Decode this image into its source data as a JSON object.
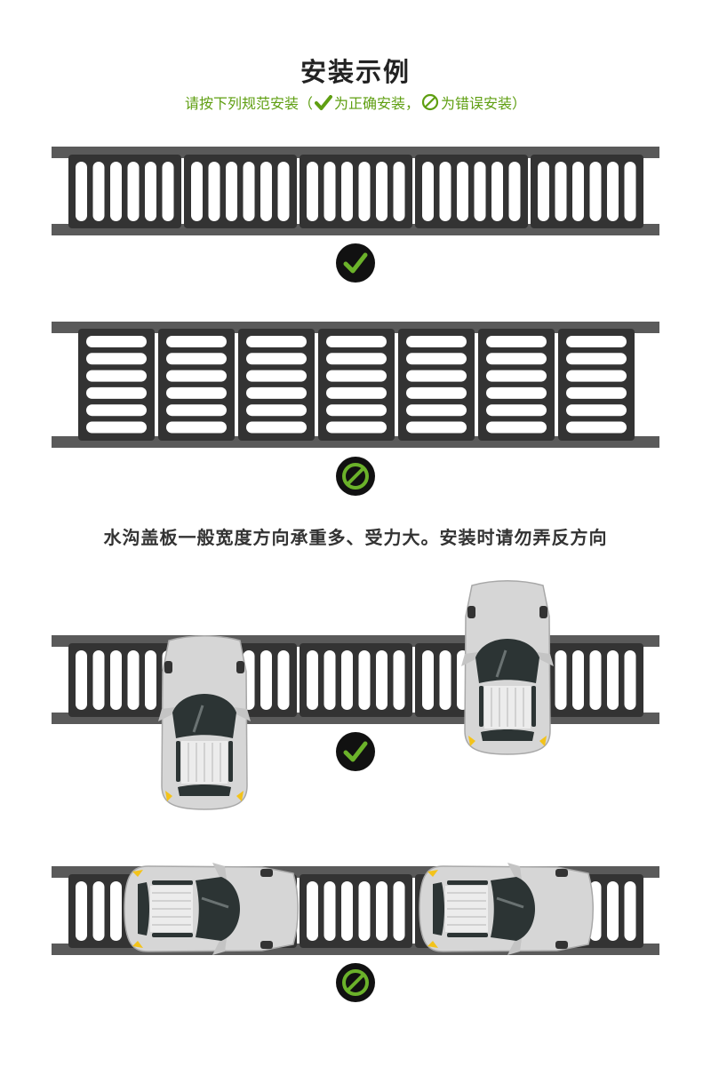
{
  "header": {
    "title": "安装示例",
    "subtitle_prefix": "请按下列规范安装（",
    "subtitle_correct": "为正确安装，",
    "subtitle_wrong": "为错误安装）"
  },
  "caption": "水沟盖板一般宽度方向承重多、受力大。安装时请勿弄反方向",
  "colors": {
    "accent_green": "#5f9f12",
    "icon_green": "#6bb22a",
    "rail": "#5a5a5a",
    "grate": "#333333",
    "slot": "#ffffff",
    "car_body": "#d8d8d8",
    "car_glass": "#2c3434",
    "headlight": "#f3c31a"
  },
  "panels": [
    {
      "orientation": "slots-along-width",
      "status": "correct",
      "icon": "check-icon"
    },
    {
      "orientation": "slots-along-length",
      "status": "wrong",
      "icon": "prohibited-icon"
    },
    {
      "orientation": "slots-along-width",
      "status": "correct",
      "icon": "check-icon",
      "cars": "perpendicular"
    },
    {
      "orientation": "slots-along-width",
      "status": "wrong",
      "icon": "prohibited-icon",
      "cars": "parallel"
    }
  ]
}
